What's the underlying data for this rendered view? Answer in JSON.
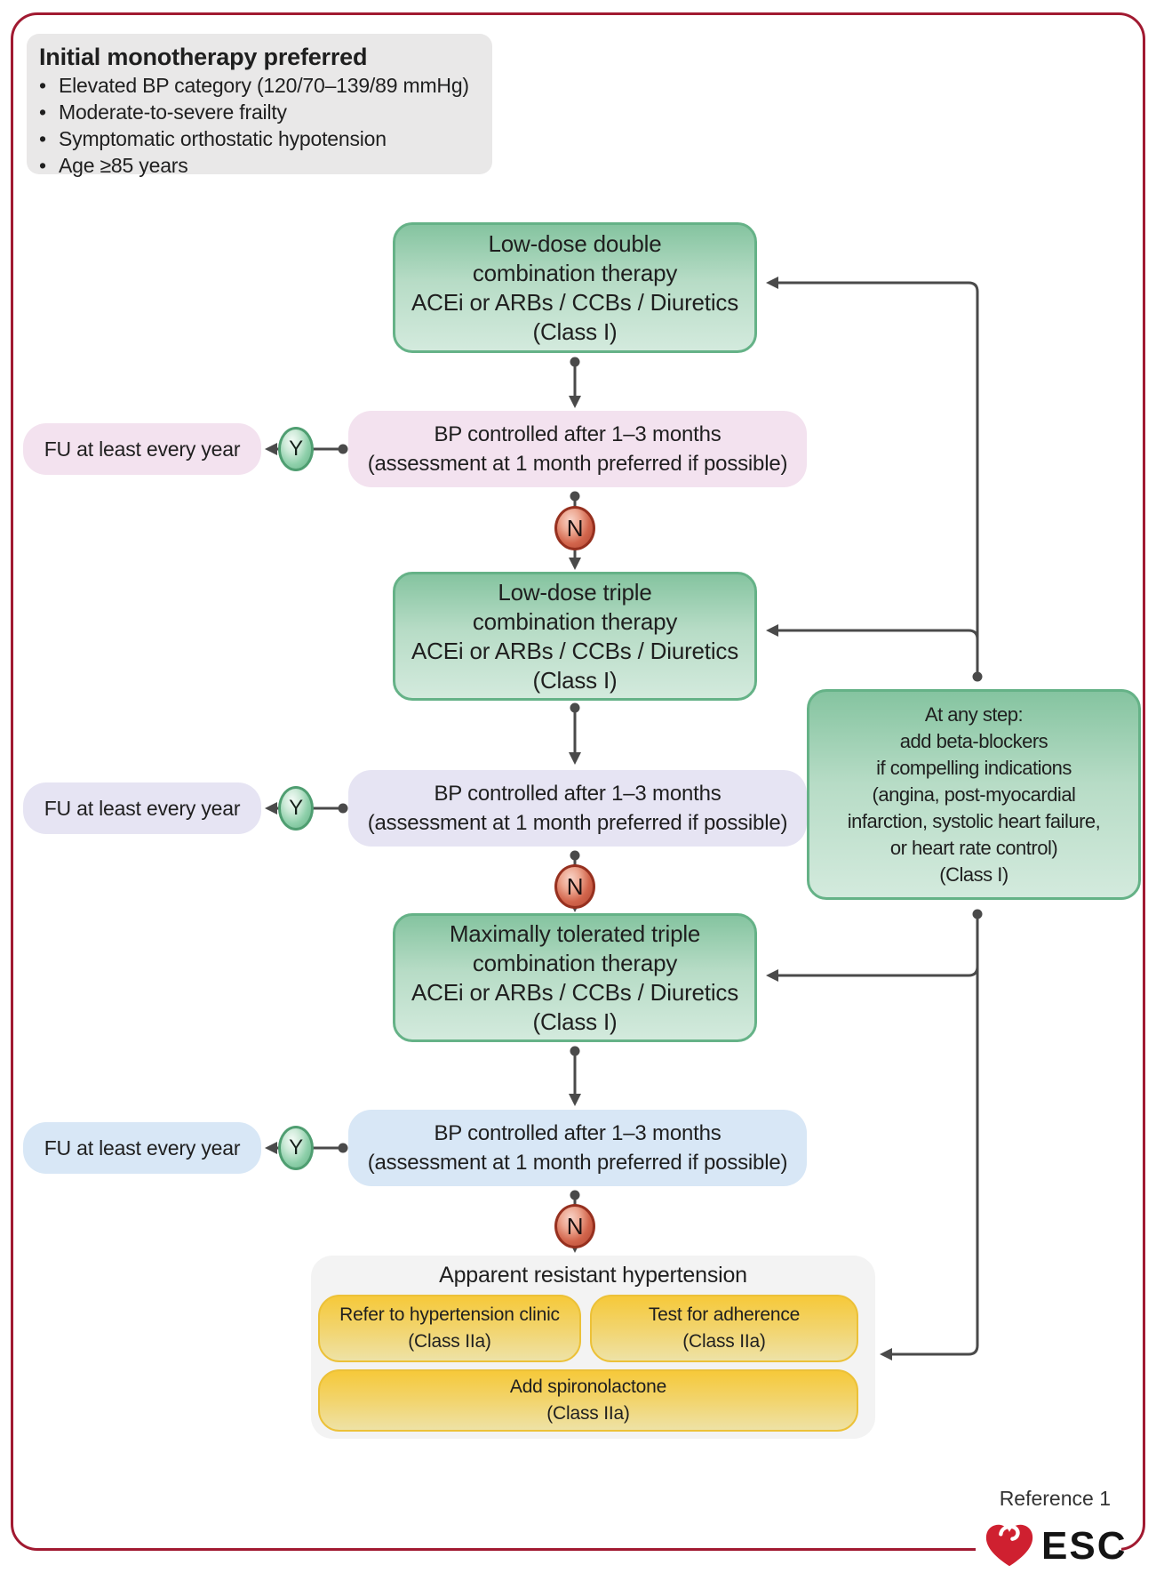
{
  "info_box": {
    "title": "Initial monotherapy preferred",
    "bullet_char": "•",
    "bullets": [
      "Elevated BP category (120/70–139/89 mmHg)",
      "Moderate-to-severe frailty",
      "Symptomatic orthostatic hypotension",
      "Age ≥85 years"
    ]
  },
  "steps": {
    "step1": "Low-dose double\ncombination therapy\nACEi or ARBs / CCBs / Diuretics\n(Class I)",
    "step2": "Low-dose triple\ncombination therapy\nACEi or ARBs / CCBs / Diuretics\n(Class I)",
    "step3": "Maximally tolerated triple\ncombination therapy\nACEi or ARBs / CCBs / Diuretics\n(Class I)"
  },
  "rows": [
    {
      "fu": "FU at least every year",
      "yes": "Y",
      "no": "N",
      "bp": "BP controlled after 1–3 months\n(assessment at 1 month preferred if possible)"
    },
    {
      "fu": "FU at least every year",
      "yes": "Y",
      "no": "N",
      "bp": "BP controlled after 1–3 months\n(assessment at 1 month preferred if possible)"
    },
    {
      "fu": "FU at least every year",
      "yes": "Y",
      "no": "N",
      "bp": "BP controlled after 1–3 months\n(assessment at 1 month preferred if possible)"
    }
  ],
  "side_note": "At any step:\nadd beta-blockers\nif compelling indications\n(angina, post-myocardial\ninfarction, systolic heart failure,\nor heart rate control)\n(Class I)",
  "resistant": {
    "title": "Apparent resistant hypertension",
    "refer": "Refer to hypertension clinic\n(Class IIa)",
    "adherence": "Test for adherence\n(Class IIa)",
    "spironolactone": "Add spironolactone\n(Class IIa)"
  },
  "footer": {
    "reference": "Reference 1",
    "logo_text": "ESC"
  },
  "colors": {
    "step_green_top": "#85c4a0",
    "step_green_bottom": "#d3eadd",
    "step_green_border": "#65b287",
    "bp_pink": "#f3e2ef",
    "bp_lavender": "#e6e4f3",
    "bp_blue": "#d8e7f6",
    "yellow_top": "#f6c93a",
    "yellow_bottom": "#eee2a6",
    "container_gray": "#f3f3f3",
    "info_gray": "#e9e8e8",
    "connector_gray": "#4a4a4a",
    "yes_green": "#63b084",
    "no_red": "#b04430",
    "border_red": "#a11a31",
    "logo_red": "#cf2030"
  }
}
